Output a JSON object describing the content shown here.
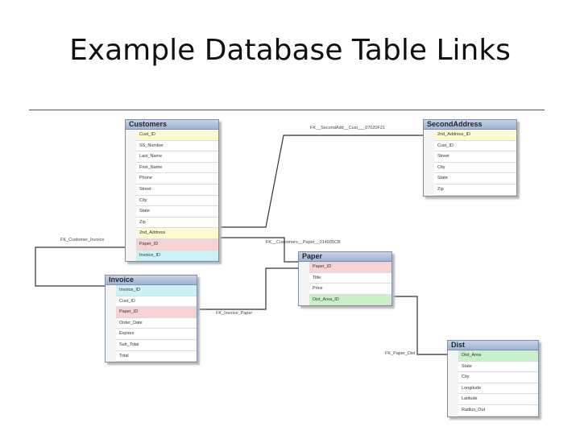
{
  "slide": {
    "title": "Example Database Table Links"
  },
  "tables": {
    "customers": {
      "name": "Customers",
      "columns": [
        "Cust_ID",
        "SS_Number",
        "Last_Name",
        "First_Name",
        "Phone",
        "Street",
        "City",
        "State",
        "Zip",
        "2nd_Address",
        "Paper_ID",
        "Invoice_ID"
      ]
    },
    "second_address": {
      "name": "SecondAddress",
      "columns": [
        "2nd_Address_ID",
        "Cust_ID",
        "Street",
        "City",
        "State",
        "Zip"
      ]
    },
    "paper": {
      "name": "Paper",
      "columns": [
        "Paper_ID",
        "Title",
        "Price",
        "Dist_Area_ID"
      ]
    },
    "invoice": {
      "name": "Invoice",
      "columns": [
        "Invoice_ID",
        "Cust_ID",
        "Paper_ID",
        "Order_Date",
        "Expires",
        "Sub_Total",
        "Total"
      ]
    },
    "dist": {
      "name": "Dist",
      "columns": [
        "Dist_Area",
        "State",
        "City",
        "Longitude",
        "Latitude",
        "Radius_Out"
      ]
    }
  },
  "relationships": {
    "second_address": "FK__SecondAdd__Cust___07020F21",
    "customer_invoice": "FK_Customer_Invoice",
    "customer_paper": "FK__Customers__Paper__014935CB",
    "invoice_paper": "FK_Invoice_Paper",
    "paper_dist": "FK_Paper_Dist"
  },
  "colors": {
    "header": "#9fb2d0",
    "primary_key": "#fffbd0",
    "paper_fk": "#f7d2d2",
    "invoice_fk": "#cdf2f6",
    "dist_fk": "#c9f1c9"
  },
  "icons": {
    "primary_key": "key-icon"
  }
}
